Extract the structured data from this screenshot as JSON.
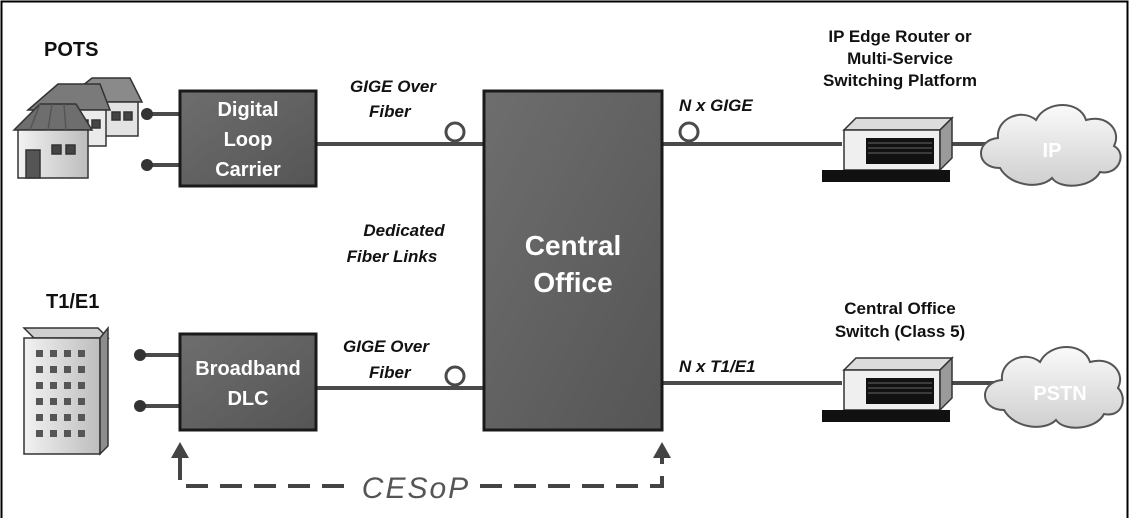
{
  "labels": {
    "pots": "POTS",
    "t1e1": "T1/E1",
    "gige_over_top": "GIGE Over",
    "fiber_top": "Fiber",
    "gige_over_bottom": "GIGE Over",
    "fiber_bottom": "Fiber",
    "dedicated": "Dedicated",
    "fiber_links": "Fiber Links",
    "n_gige": "N x GIGE",
    "n_t1e1": "N x T1/E1",
    "router_line1": "IP Edge Router or",
    "router_line2": "Multi-Service",
    "router_line3": "Switching Platform",
    "co_switch_line1": "Central Office",
    "co_switch_line2": "Switch (Class 5)",
    "cesop": "CESoP"
  },
  "boxes": {
    "dlc_line1": "Digital",
    "dlc_line2": "Loop",
    "dlc_line3": "Carrier",
    "bdlc_line1": "Broadband",
    "bdlc_line2": "DLC",
    "co_line1": "Central",
    "co_line2": "Office"
  },
  "clouds": {
    "ip": "IP",
    "pstn": "PSTN"
  },
  "colors": {
    "box_fill": "#5f5f5f",
    "box_stroke": "#1a1a1a",
    "line": "#4a4a4a",
    "cloud_fill": "#e8e8e8",
    "text": "#111111"
  }
}
